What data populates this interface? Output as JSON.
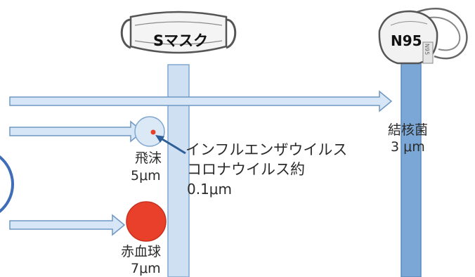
{
  "masks": {
    "surgical": {
      "label": "Sマスク"
    },
    "n95": {
      "label": "N95",
      "side_mark": "N95"
    }
  },
  "particles": {
    "droplet": {
      "name": "飛沫",
      "size": "5μm"
    },
    "rbc": {
      "name": "赤血球",
      "size": "7μm"
    },
    "tb": {
      "name": "結核菌",
      "size": "3 μm"
    },
    "virus": {
      "line1": "インフルエンザウイルス",
      "line2": "コロナウイルス約",
      "line3": "0.1μm"
    }
  },
  "colors": {
    "filter_light": "#cfe0f2",
    "filter_outline": "#7fa6cf",
    "filter_dark": "#7ba7d6",
    "arrow_fill": "#d6e6f6",
    "arrow_stroke": "#6f97c3",
    "rbc": "#e8402a",
    "droplet_fill": "#dbe8f5",
    "pointer": "#2f5f99",
    "big_circle": "#3f6db8",
    "mask_stroke": "#555555"
  }
}
